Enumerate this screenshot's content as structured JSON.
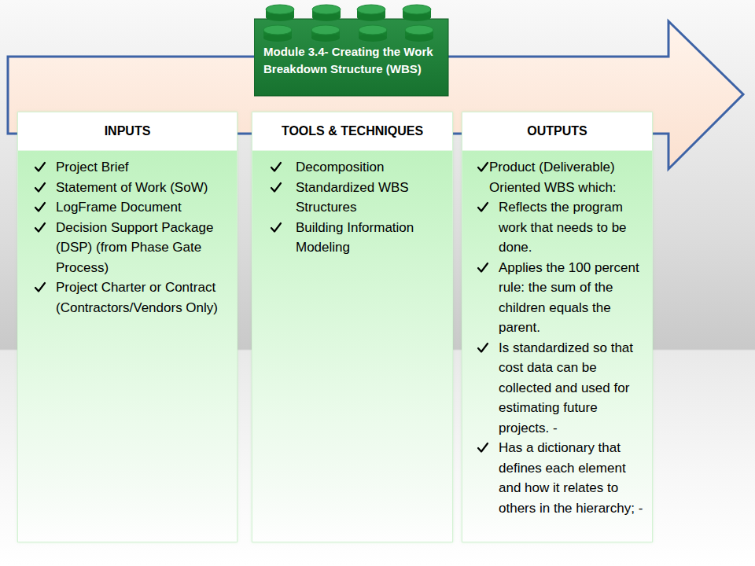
{
  "diagram": {
    "nodes": [
      {
        "text": [
          "Module 3.4- Creating the Work Breakdown Structure (WBS)"
        ]
      },
      {
        "text": [
          "INPUTS",
          "Project Brief",
          "Statement of Work (SoW)",
          "LogFrame Document",
          "Decision Support Package (DSP) (from Phase Gate Process)",
          "Project Charter or Contract (Contractors/Vendors Only)"
        ]
      },
      {
        "text": [
          "TOOLS & TECHNIQUES",
          "Decomposition",
          "Standardized WBS Structures",
          "Building Information Modeling"
        ]
      },
      {
        "text": [
          "OUTPUTS",
          "Product (Deliverable) Oriented WBS which:",
          "Reflects the program work that needs to be done.",
          "Applies the 100 percent rule: the sum of the children equals the parent.",
          "Is standardized so that cost data can be collected and used for estimating future projects. -",
          "Has a dictionary that defines each element and how it relates to others in the hierarchy; -"
        ]
      }
    ]
  }
}
